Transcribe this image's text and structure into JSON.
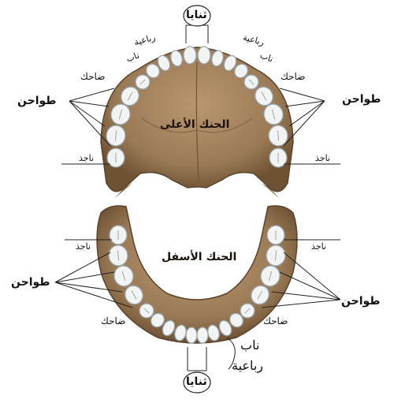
{
  "labels": {
    "upper_central": "ثنايا",
    "upper_lateral": "رباعية",
    "upper_canine": "ناب",
    "upper_premolar_left": "ضاحك",
    "upper_premolar_right": "ضاحك",
    "upper_molar_left": "طواحن",
    "upper_molar_right": "طواحن",
    "upper_wisdom_left": "ناجذ",
    "upper_wisdom_right": "ناجذ",
    "upper_palate": "الحنك الأعلى",
    "lower_palate": "الحنك الأسفل",
    "lower_wisdom_left": "ناجذ",
    "lower_wisdom_right": "ناجذ",
    "lower_molar_left": "طواحن",
    "lower_molar_right": "طواحن",
    "lower_premolar_left": "ضاحك",
    "lower_premolar_right": "ضاحك",
    "lower_canine": "ناب",
    "lower_lateral": "رباعية",
    "lower_central": "ثنايا"
  },
  "colors": {
    "bone": "#9a7a55",
    "bone_dark": "#6e5234",
    "bone_light": "#b89670",
    "tooth": "#f2f4f4",
    "tooth_shadow": "#9aa4aa",
    "line": "#222222"
  }
}
